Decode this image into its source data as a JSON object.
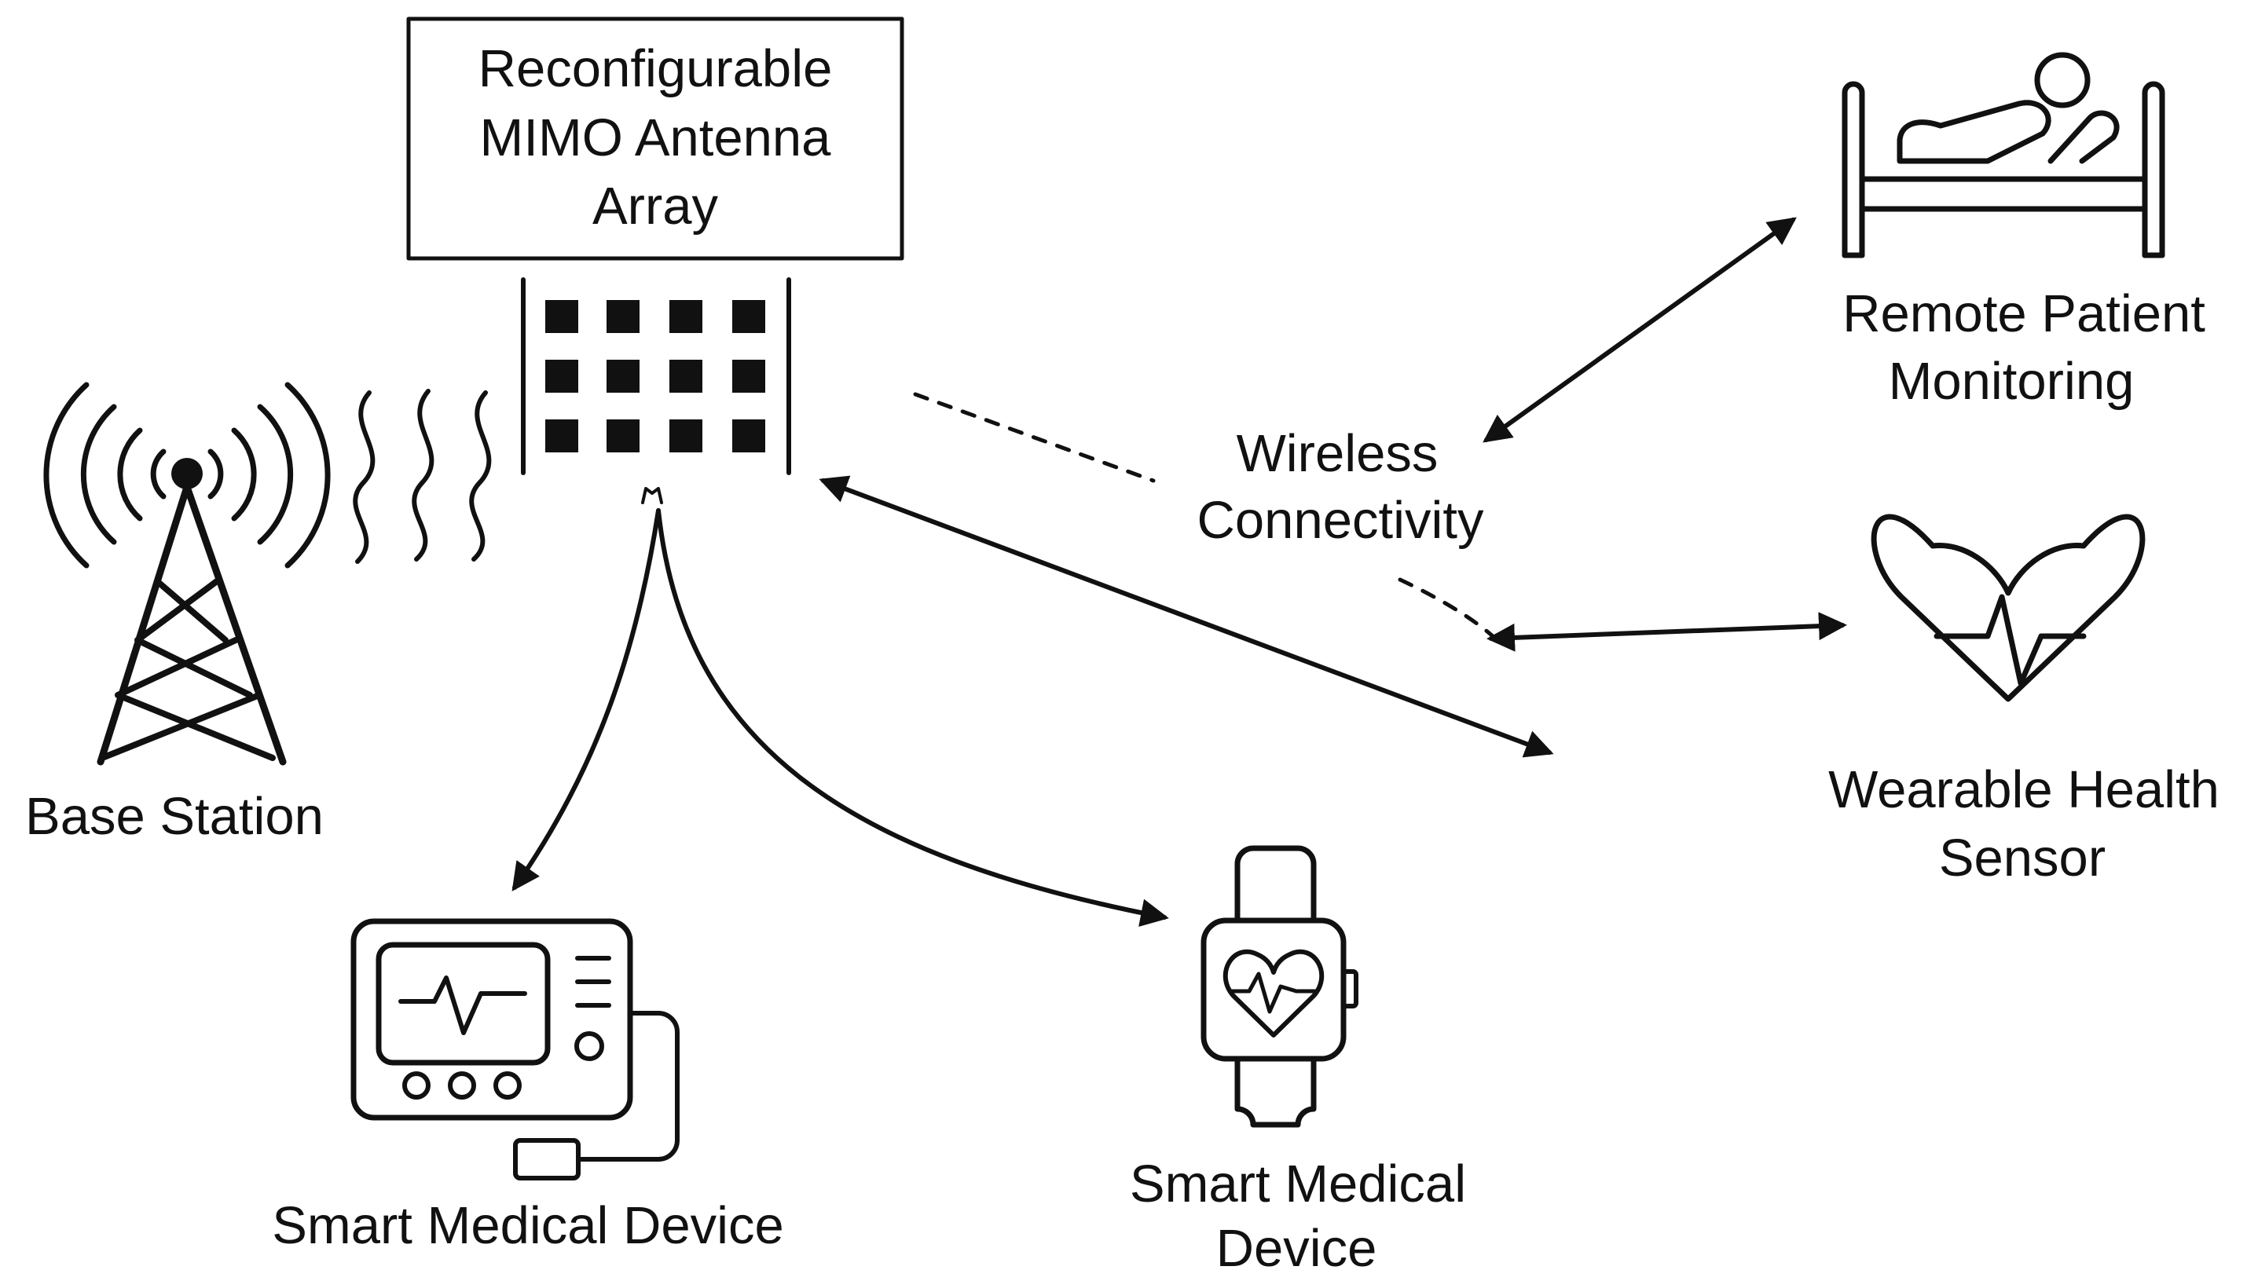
{
  "diagram": {
    "antenna_box": {
      "lines": [
        "Reconfigurable",
        "MIMO Antenna",
        "Array"
      ]
    },
    "wireless_label": {
      "lines": [
        "Wireless",
        "Connectivity"
      ]
    },
    "base_station_label": "Base Station",
    "remote_patient_label": {
      "lines": [
        "Remote Patient",
        "Monitoring"
      ]
    },
    "wearable_label": {
      "lines": [
        "Wearable Health",
        "Sensor"
      ]
    },
    "monitor_label": "Smart Medical Device",
    "watch_label": {
      "lines": [
        "Smart Medical",
        "Device"
      ]
    },
    "icons": [
      "antenna-tower-icon",
      "antenna-array-icon",
      "hospital-bed-patient-icon",
      "heart-pulse-icon",
      "patient-monitor-icon",
      "smartwatch-icon"
    ],
    "colors": {
      "ink": "#111111",
      "background": "#ffffff"
    }
  }
}
